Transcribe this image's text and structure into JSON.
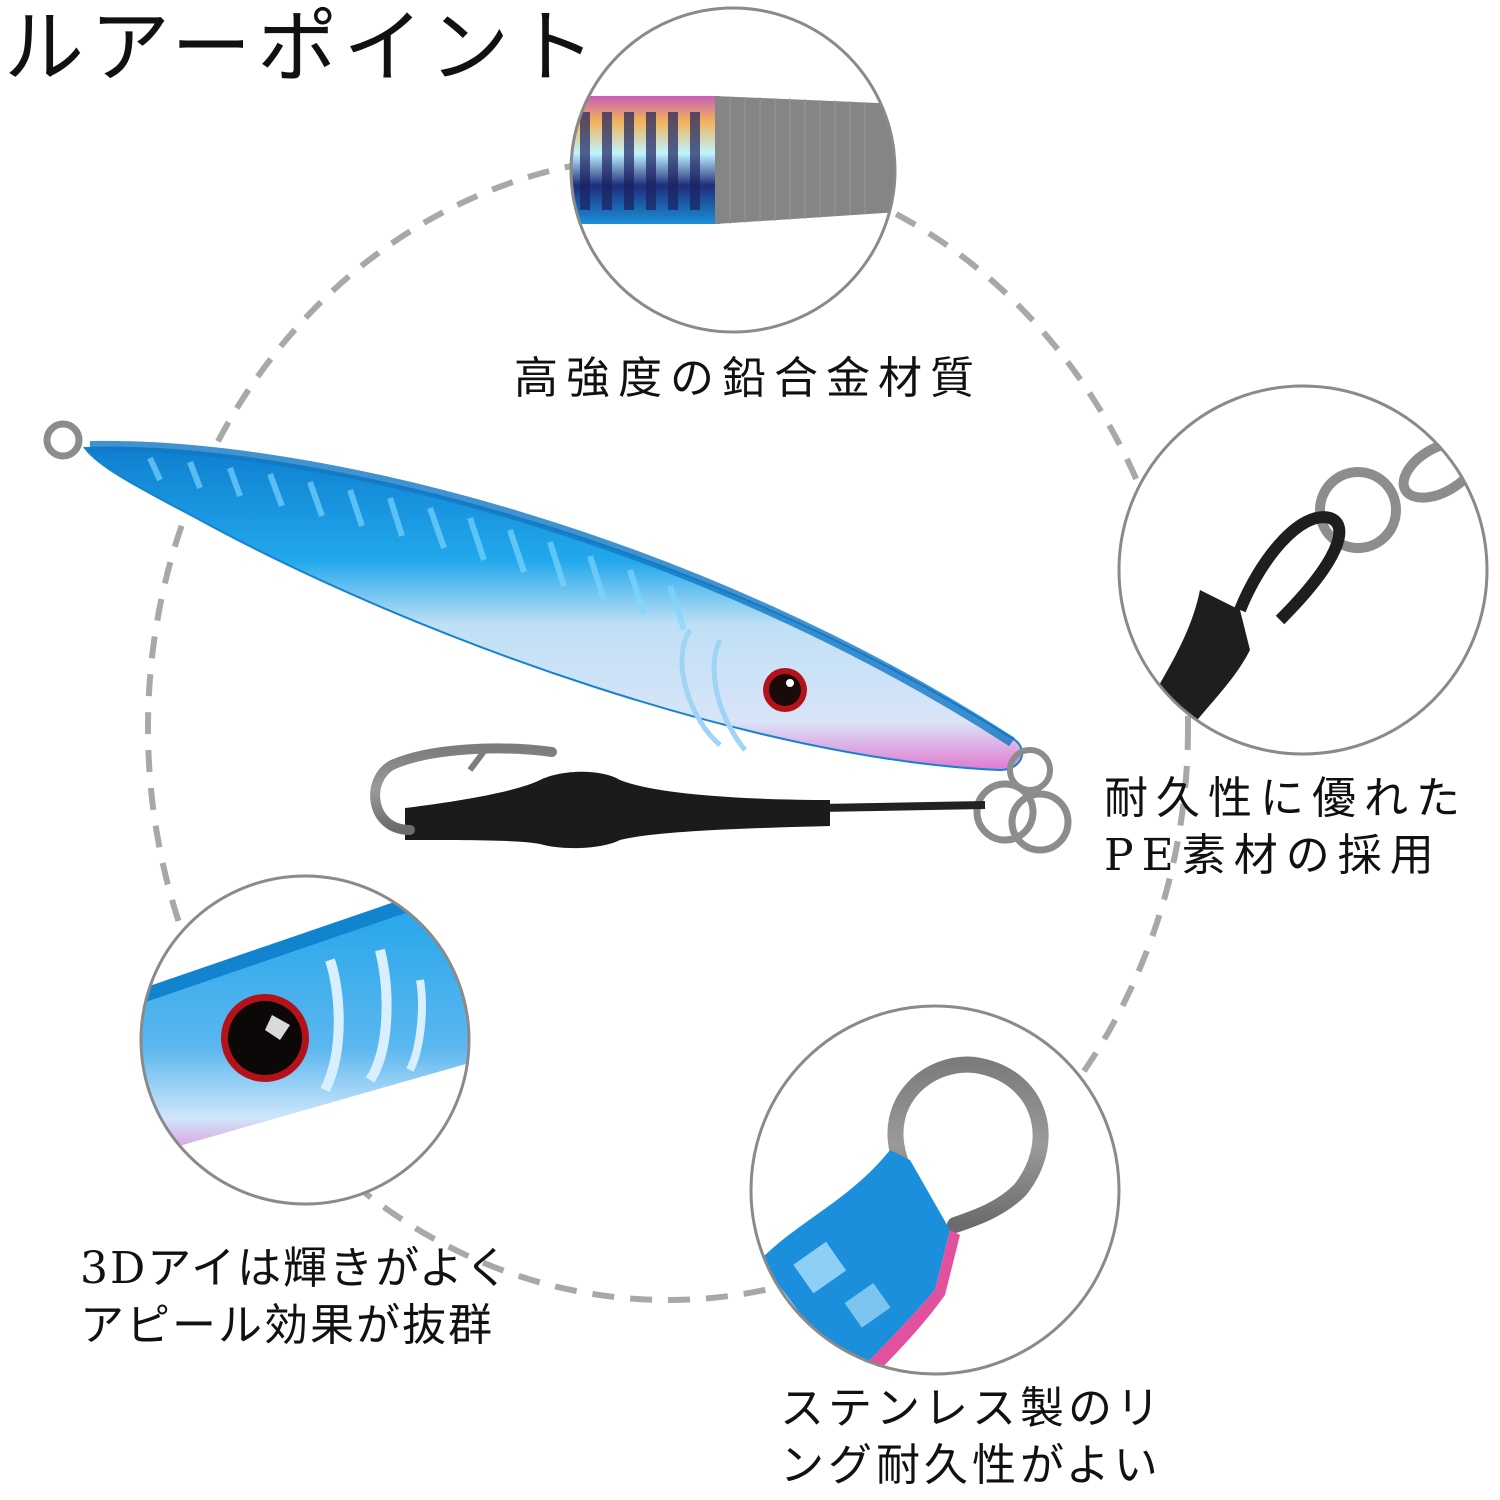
{
  "title": "ルアーポイント",
  "features": [
    {
      "id": "material",
      "lines": [
        "高強度の鉛合金材質"
      ]
    },
    {
      "id": "pe-line",
      "lines": [
        "耐久性に優れた",
        "PE素材の採用"
      ]
    },
    {
      "id": "3d-eye",
      "lines": [
        "3Dアイは輝きがよく",
        "アピール効果が抜群"
      ]
    },
    {
      "id": "stainless-ring",
      "lines": [
        "ステンレス製のリ",
        "ング耐久性がよい"
      ]
    }
  ],
  "colors": {
    "lure_blue": "#1a9be0",
    "lure_belly": "#d7e6f8",
    "lure_pink": "#e27bc8",
    "dash_gray": "#a8a8a8",
    "inset_border": "#8a8a8a",
    "eye_red": "#c0141c",
    "metal": "#9aa0a6",
    "black_sleeve": "#1b1b1b"
  },
  "insets": [
    {
      "name": "inset-body-texture",
      "subject": "lead-alloy body close-up"
    },
    {
      "name": "inset-pe-line",
      "subject": "PE assist line loop and ring"
    },
    {
      "name": "inset-3d-eye",
      "subject": "3D eye close-up"
    },
    {
      "name": "inset-stainless-ring",
      "subject": "stainless eyelet close-up"
    }
  ]
}
